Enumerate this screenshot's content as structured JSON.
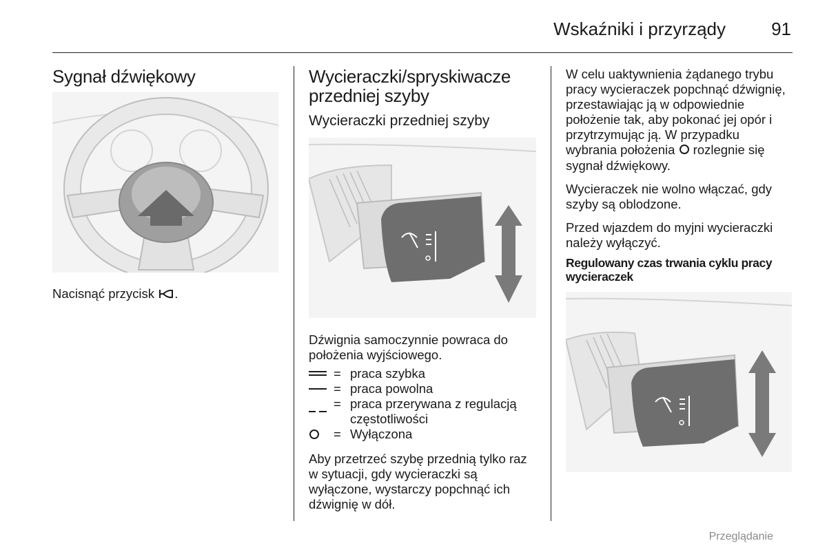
{
  "header": {
    "title": "Wskaźniki i przyrządy",
    "page_number": "91"
  },
  "col1": {
    "heading": "Sygnał dźwiękowy",
    "instruction": "Nacisnąć przycisk ",
    "horn_symbol": "horn-icon",
    "instruction_end": "."
  },
  "col2": {
    "heading_line1": "Wycieraczki/spryskiwacze",
    "heading_line2": "przedniej szyby",
    "subheading": "Wycieraczki przedniej szyby",
    "para1": "Dźwignia samoczynnie powraca do położenia wyjściowego.",
    "legend": [
      {
        "symbol": "double-line",
        "eq": "=",
        "text": "praca szybka"
      },
      {
        "symbol": "single-line",
        "eq": "=",
        "text": "praca powolna"
      },
      {
        "symbol": "dashed-line",
        "eq": "=",
        "text": "praca przerywana z regulacją częstotliwości"
      },
      {
        "symbol": "circle",
        "eq": "=",
        "text": "Wyłączona"
      }
    ],
    "para2": "Aby przetrzeć szybę przednią tylko raz w sytuacji, gdy wycieraczki są wyłączone, wystarczy popchnąć ich dźwignię w dół."
  },
  "col3": {
    "para1_a": "W celu uaktywnienia żądanego trybu pracy wycieraczek popchnąć dźwignię, przestawiając ją w odpowiednie położenie tak, aby pokonać jej opór i przytrzymując ją. W przypadku wybrania położenia ",
    "para1_b": " rozlegnie się sygnał dźwiękowy.",
    "para2": "Wycieraczek nie wolno włączać, gdy szyby są oblodzone.",
    "para3": "Przed wjazdem do myjni wycieraczki należy wyłączyć.",
    "subheading": "Regulowany czas trwania cyklu pracy wycieraczek"
  },
  "footer": {
    "text": "Przeglądanie"
  }
}
